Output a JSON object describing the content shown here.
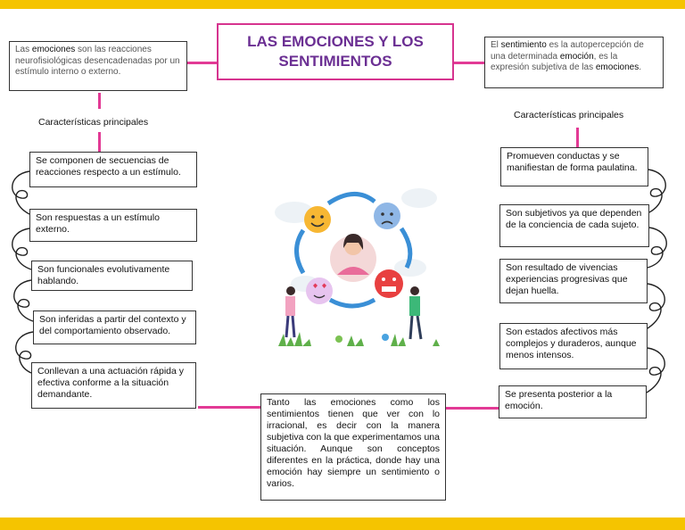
{
  "title": {
    "line1": "LAS EMOCIONES Y LOS",
    "line2": "SENTIMIENTOS"
  },
  "emotions_def": {
    "pre": "Las ",
    "term": "emociones",
    "post": " son las reacciones neurofisiológicas desencadenadas por un estímulo interno o externo."
  },
  "feelings_def": {
    "p1": "El ",
    "term1": "sentimiento",
    "p2": " es la autopercepción de una determinada ",
    "term2": "emoción",
    "p3": ", es la expresión subjetiva de las ",
    "term3": "emociones",
    "p4": "."
  },
  "left_label": "Características principales",
  "right_label": "Características principales",
  "left_items": [
    "Se componen de secuencias de reacciones respecto a un estímulo.",
    "Son respuestas a un estímulo externo.",
    "Son funcionales evolutivamente hablando.",
    "Son inferidas a partir del contexto y del comportamiento observado.",
    "Conllevan a una actuación rápida y efectiva conforme a la situación demandante."
  ],
  "right_items": [
    "Promueven conductas y se manifiestan de forma paulatina.",
    "Son subjetivos ya que dependen de la conciencia de cada sujeto.",
    "Son resultado de vivencias experiencias progresivas que dejan huella.",
    "Son estados afectivos más complejos y duraderos, aunque menos intensos.",
    "Se presenta posterior a la emoción."
  ],
  "conclusion": "Tanto las emociones como los sentimientos tienen que ver con lo irracional, es decir con la manera subjetiva con la que experimentamos una situación. Aunque son conceptos diferentes en la práctica, donde hay una emoción hay siempre un sentimiento o varios.",
  "colors": {
    "accent_pink": "#e23a95",
    "title_purple": "#6b2f93",
    "band_yellow": "#f5c400"
  }
}
